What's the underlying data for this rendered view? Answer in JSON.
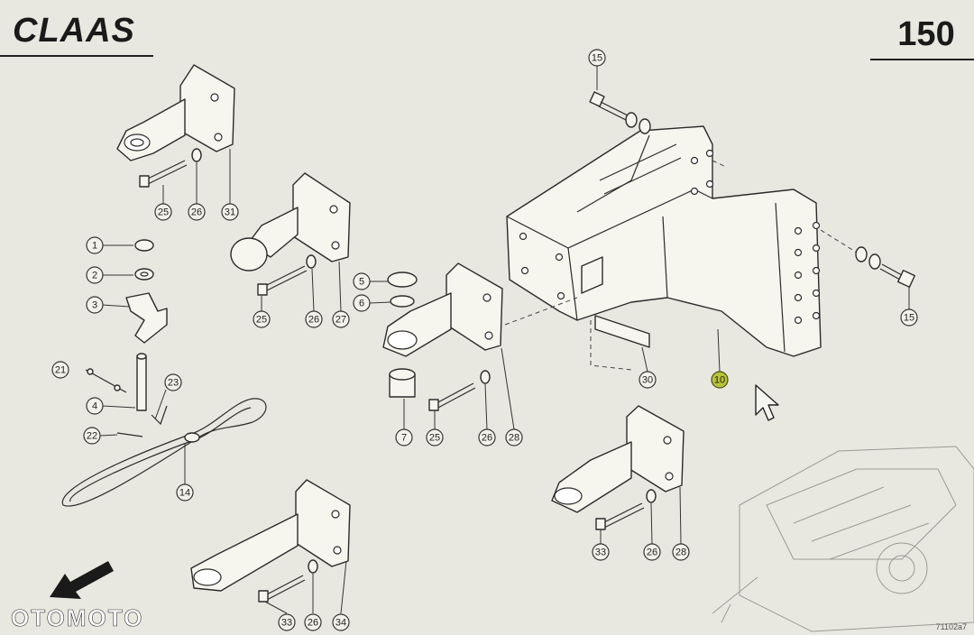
{
  "header": {
    "brand_logo": "CLAAS",
    "page_number": "150"
  },
  "watermark": "OTOMOTO",
  "figure_code": "71102a7",
  "callouts": [
    {
      "id": "c15a",
      "label": "15"
    },
    {
      "id": "c15b",
      "label": "15"
    },
    {
      "id": "c25a",
      "label": "25"
    },
    {
      "id": "c26a",
      "label": "26"
    },
    {
      "id": "c31",
      "label": "31"
    },
    {
      "id": "c1",
      "label": "1"
    },
    {
      "id": "c2",
      "label": "2"
    },
    {
      "id": "c3",
      "label": "3"
    },
    {
      "id": "c21",
      "label": "21"
    },
    {
      "id": "c4",
      "label": "4"
    },
    {
      "id": "c23",
      "label": "23"
    },
    {
      "id": "c22",
      "label": "22"
    },
    {
      "id": "c14",
      "label": "14"
    },
    {
      "id": "c25b",
      "label": "25"
    },
    {
      "id": "c26b",
      "label": "26"
    },
    {
      "id": "c27",
      "label": "27"
    },
    {
      "id": "c5",
      "label": "5"
    },
    {
      "id": "c6",
      "label": "6"
    },
    {
      "id": "c7",
      "label": "7"
    },
    {
      "id": "c25c",
      "label": "25"
    },
    {
      "id": "c26c",
      "label": "26"
    },
    {
      "id": "c28a",
      "label": "28"
    },
    {
      "id": "c30",
      "label": "30"
    },
    {
      "id": "c10",
      "label": "10",
      "highlight": true
    },
    {
      "id": "c33a",
      "label": "33"
    },
    {
      "id": "c26d",
      "label": "26"
    },
    {
      "id": "c28b",
      "label": "28"
    },
    {
      "id": "c33b",
      "label": "33"
    },
    {
      "id": "c26e",
      "label": "26"
    },
    {
      "id": "c34",
      "label": "34"
    }
  ],
  "icons": {
    "cursor": "mouse-pointer-icon",
    "arrow": "direction-arrow-icon"
  }
}
